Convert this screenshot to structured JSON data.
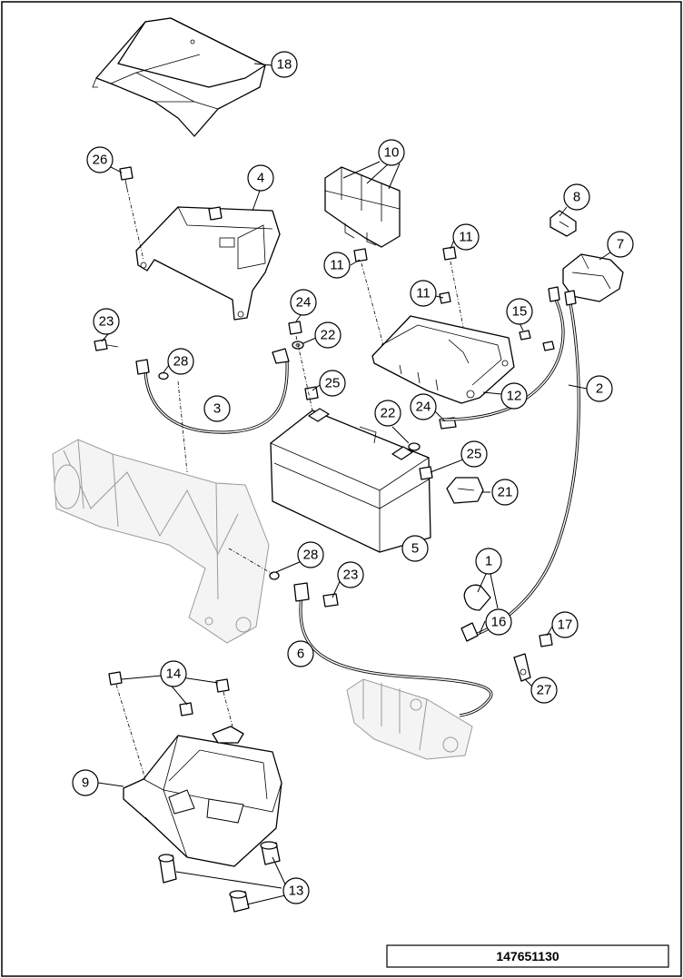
{
  "reference_number": "147651130",
  "callouts": [
    {
      "label": "18"
    },
    {
      "label": "26"
    },
    {
      "label": "4"
    },
    {
      "label": "10"
    },
    {
      "label": "8"
    },
    {
      "label": "7"
    },
    {
      "label": "11"
    },
    {
      "label": "11"
    },
    {
      "label": "11"
    },
    {
      "label": "24"
    },
    {
      "label": "22"
    },
    {
      "label": "15"
    },
    {
      "label": "23"
    },
    {
      "label": "28"
    },
    {
      "label": "25"
    },
    {
      "label": "3"
    },
    {
      "label": "12"
    },
    {
      "label": "2"
    },
    {
      "label": "24"
    },
    {
      "label": "22"
    },
    {
      "label": "25"
    },
    {
      "label": "21"
    },
    {
      "label": "5"
    },
    {
      "label": "28"
    },
    {
      "label": "23"
    },
    {
      "label": "1"
    },
    {
      "label": "16"
    },
    {
      "label": "17"
    },
    {
      "label": "6"
    },
    {
      "label": "27"
    },
    {
      "label": "14"
    },
    {
      "label": "9"
    },
    {
      "label": "13"
    }
  ]
}
